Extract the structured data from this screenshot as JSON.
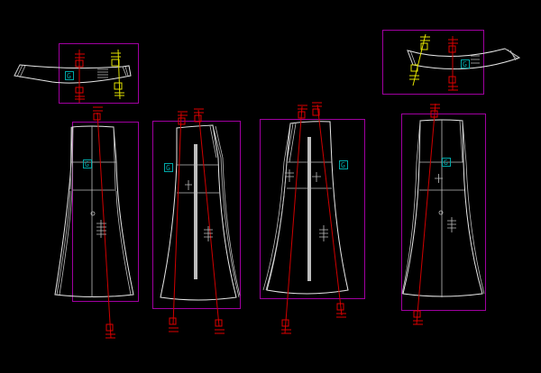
{
  "drawing": {
    "background": "#000000",
    "colors": {
      "outline": "#e8e8e8",
      "bounding_box": "#a000a0",
      "grainline": "#e00000",
      "notch_alt": "#e0e000",
      "label": "#00b0b0"
    },
    "pieces": [
      {
        "id": "waistband-left",
        "label": "G"
      },
      {
        "id": "front-panel",
        "label": "G"
      },
      {
        "id": "side-panel-left",
        "label": "G"
      },
      {
        "id": "side-panel-right",
        "label": "G"
      },
      {
        "id": "back-panel",
        "label": "G"
      },
      {
        "id": "waistband-right",
        "label": "G"
      }
    ]
  }
}
